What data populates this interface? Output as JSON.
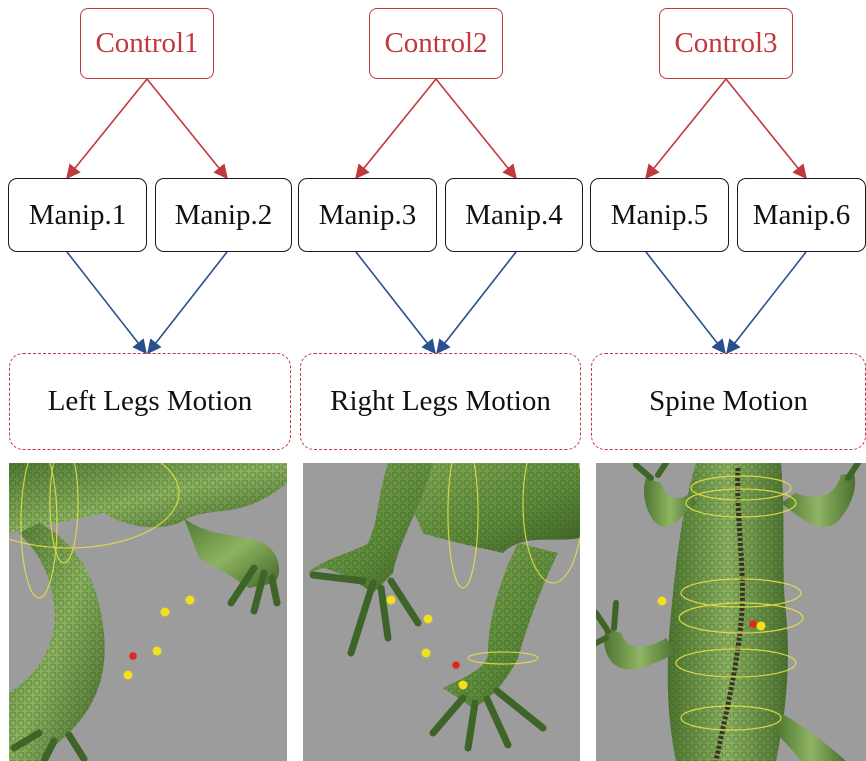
{
  "diagram": {
    "controls": [
      "Control1",
      "Control2",
      "Control3"
    ],
    "manipulators": [
      "Manip.1",
      "Manip.2",
      "Manip.3",
      "Manip.4",
      "Manip.5",
      "Manip.6"
    ],
    "motions": [
      "Left Legs Motion",
      "Right Legs Motion",
      "Spine Motion"
    ]
  },
  "colors": {
    "control": "#c0393f",
    "control_edge": "#c0393f",
    "manip_edge": "#2a4f8f",
    "motion_border": "#c0393f",
    "panel_background": "#9c9c9c",
    "lizard_skin": "#6f9a4a",
    "marker_yellow": "#f4e01a",
    "marker_red": "#e0261e"
  },
  "panels": [
    {
      "name": "left-legs-render"
    },
    {
      "name": "right-legs-render"
    },
    {
      "name": "spine-render"
    }
  ]
}
